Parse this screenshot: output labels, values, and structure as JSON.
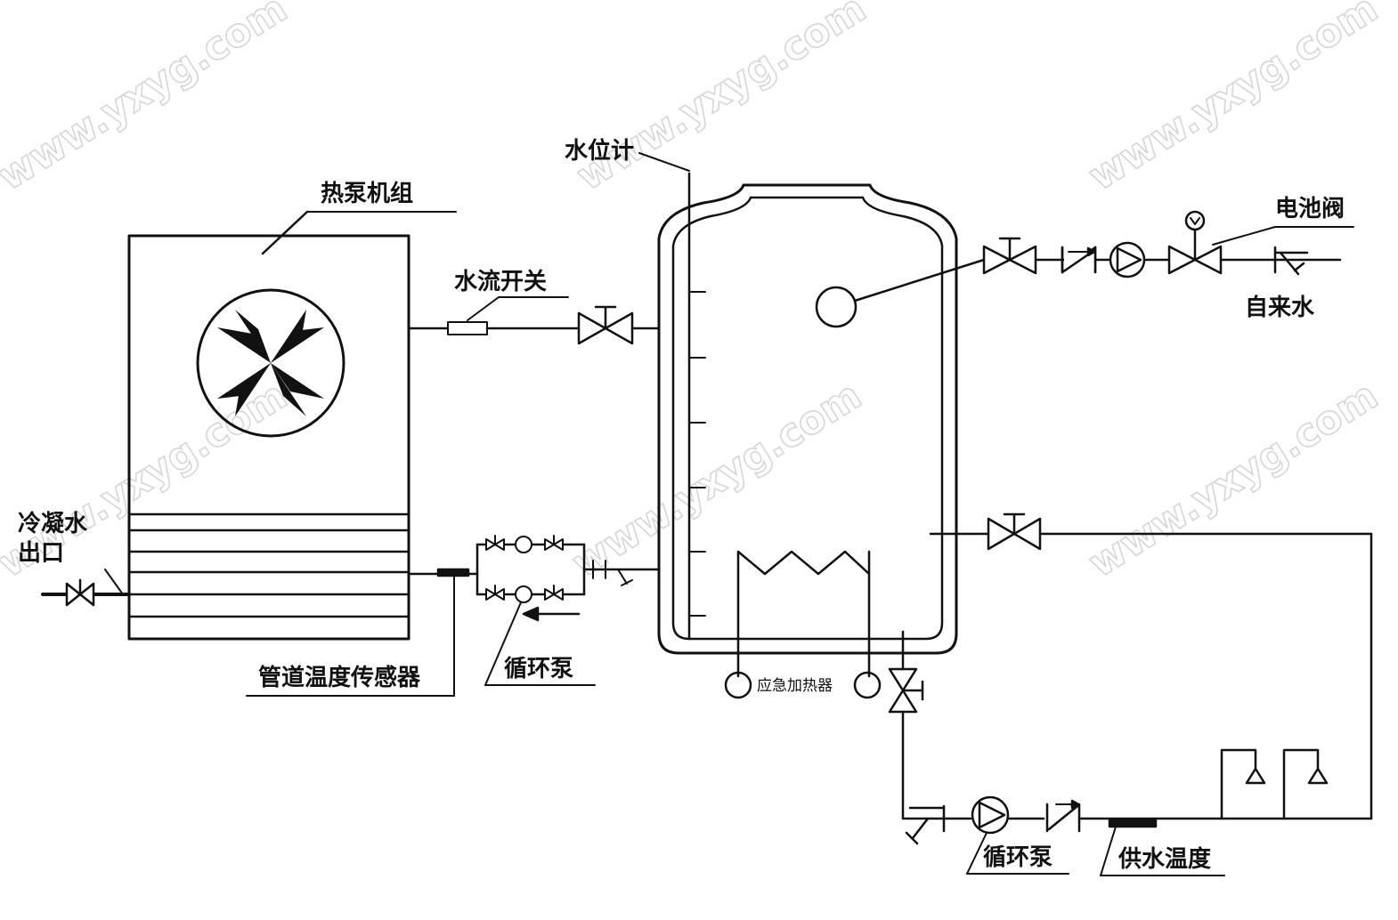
{
  "labels": {
    "heat_pump_unit": "热泵机组",
    "water_level_gauge": "水位计",
    "water_flow_switch": "水流开关",
    "solenoid_valve": "电池阀",
    "tap_water": "自来水",
    "condensate_outlet_line1": "冷凝水",
    "condensate_outlet_line2": "出口",
    "pipe_temperature_sensor": "管道温度传感器",
    "circulation_pump_left": "循环泵",
    "emergency_heater": "应急加热器",
    "circulation_pump_bottom": "循环泵",
    "supply_water_temperature": "供水温度"
  },
  "watermark": "www.yxyg.com",
  "colors": {
    "line": "#111111",
    "background": "#ffffff",
    "watermark": "#c9c9c9"
  }
}
